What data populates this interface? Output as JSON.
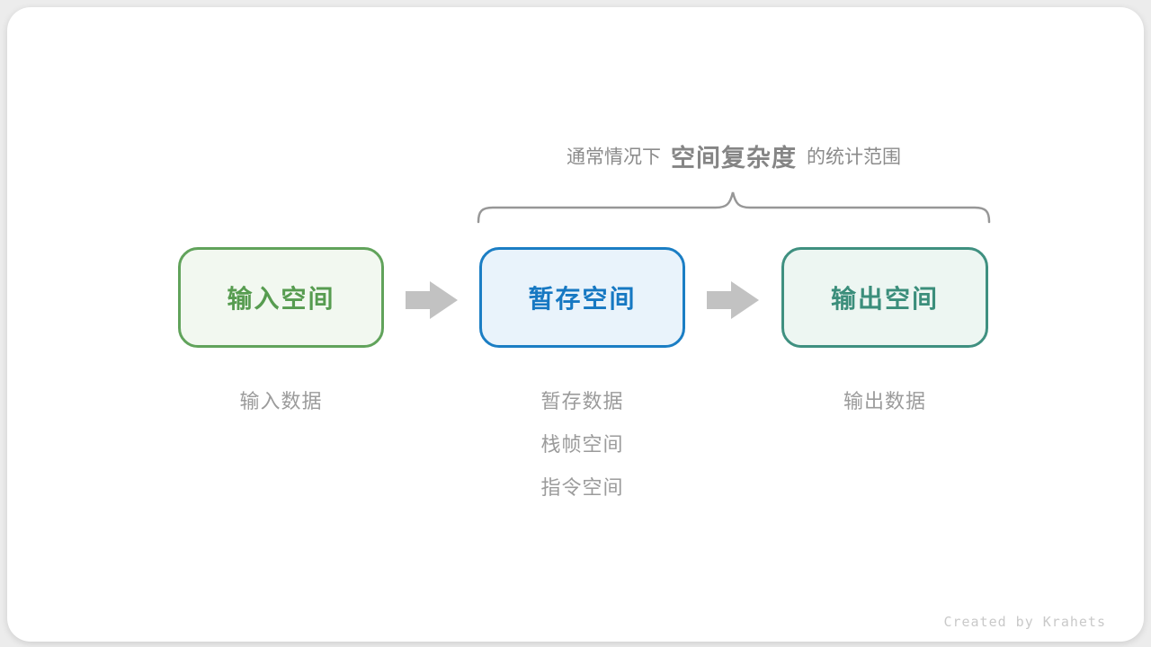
{
  "title": {
    "prefix": "通常情况下",
    "highlight": "空间复杂度",
    "suffix": "的统计范围"
  },
  "boxes": [
    {
      "id": "input",
      "label": "输入空间",
      "border_color": "#61a35b",
      "bg_color": "#f2f8f0",
      "text_color": "#579c50"
    },
    {
      "id": "buffer",
      "label": "暂存空间",
      "border_color": "#1b7ec4",
      "bg_color": "#e9f3fb",
      "text_color": "#1678c2"
    },
    {
      "id": "output",
      "label": "输出空间",
      "border_color": "#3f9080",
      "bg_color": "#edf6f2",
      "text_color": "#3b8e7b"
    }
  ],
  "notes": {
    "input": {
      "lines": [
        "输入数据"
      ]
    },
    "buffer": {
      "lines": [
        "暂存数据",
        "栈帧空间",
        "指令空间"
      ]
    },
    "output": {
      "lines": [
        "输出数据"
      ]
    }
  },
  "icons": {
    "arrow_right": "block-arrow-right",
    "brace": "horizontal-curly-brace"
  },
  "colors": {
    "page_background": "#ececec",
    "card_background": "#ffffff",
    "title_text": "#8b8b8b",
    "brace_stroke": "#979797",
    "arrow_fill": "#c2c2c2",
    "note_text": "#9b9b9b",
    "credit_text": "#c9c9c9"
  },
  "footer": {
    "credit": "Created by Krahets"
  }
}
